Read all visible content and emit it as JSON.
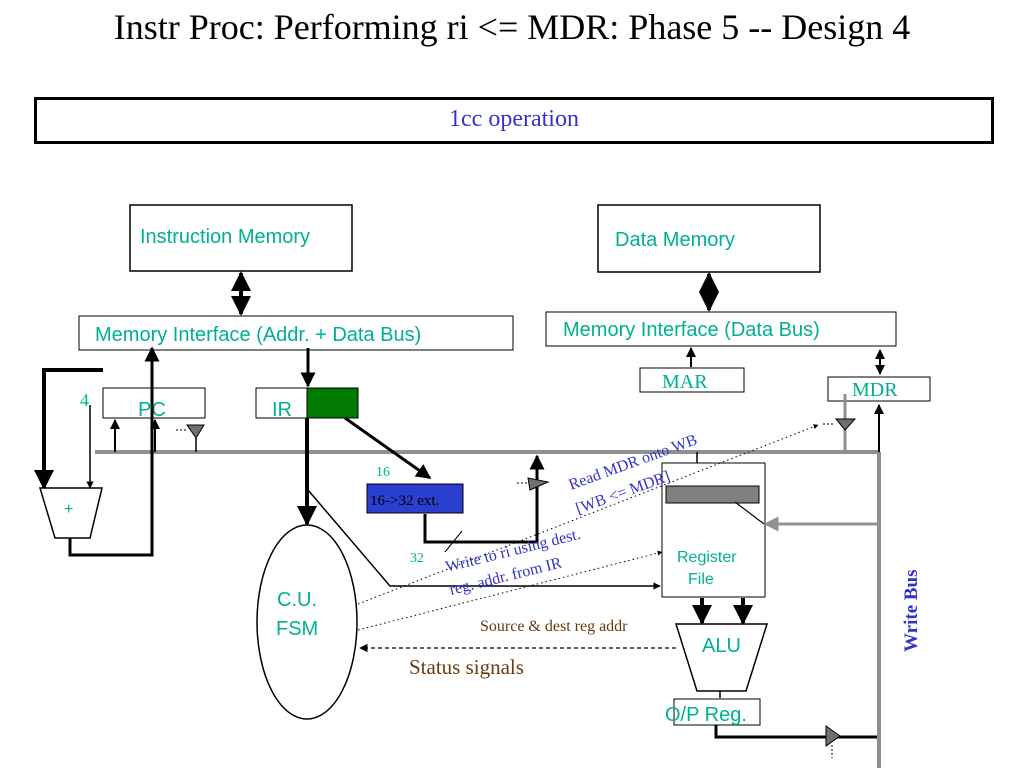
{
  "title": "Instr Proc: Performing ri <= MDR: Phase 5 -- Design 4",
  "banner": "1cc operation",
  "blocks": {
    "instruction_memory": "Instruction Memory",
    "data_memory": "Data Memory",
    "mem_if_left": "Memory Interface (Addr. + Data Bus)",
    "mem_if_right": "Memory Interface (Data Bus)",
    "mar": "MAR",
    "mdr": "MDR",
    "pc": "PC",
    "ir": "IR",
    "adder": "+",
    "const_4": "4",
    "ext": "16->32 ext.",
    "width_16": "16",
    "width_32": "32",
    "regfile_line1": "Register",
    "regfile_line2": "File",
    "cu_line1": "C.U.",
    "cu_line2": "FSM",
    "alu": "ALU",
    "op_reg": "O/P Reg.",
    "write_bus": "Write Bus"
  },
  "annotations": {
    "read_mdr_line1": "Read MDR onto WB",
    "read_mdr_line2": "[WB <= MDR]",
    "write_ri_line1": "Write to ri using dest.",
    "write_ri_line2": "reg. addr. from IR",
    "source_dest": "Source & dest reg addr",
    "status": "Status signals"
  },
  "colors": {
    "teal": "#00b090",
    "blue_text": "#3333cc",
    "ir_fill": "#007a00",
    "ext_fill": "#2a3fd0",
    "bus_gray": "#909090",
    "brown": "#6b3a10",
    "black": "#000000"
  }
}
